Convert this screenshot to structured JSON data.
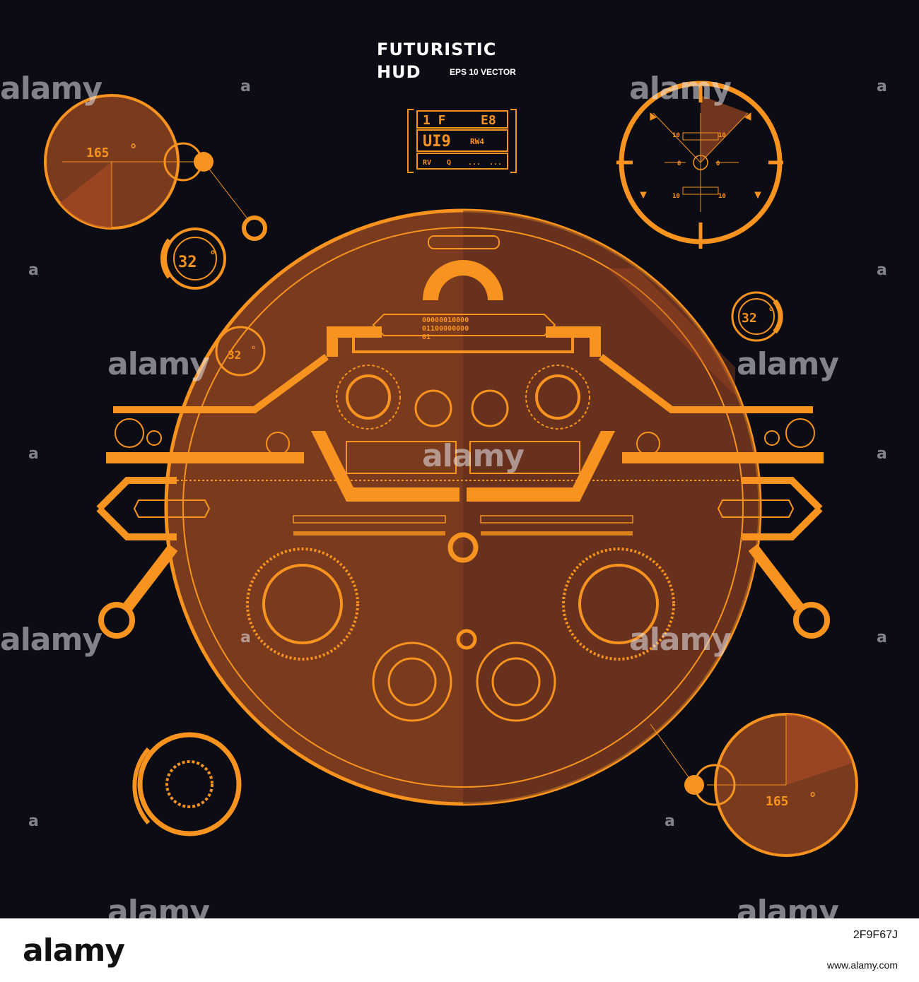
{
  "title": {
    "line1": "FUTURISTIC",
    "line2": "HUD",
    "subtitle": "EPS 10 VECTOR"
  },
  "colors": {
    "background": "#0b0c14",
    "accent": "#f7931e",
    "panel": "#7a3a1e"
  },
  "hud": {
    "angle_top_left": "165",
    "angle_bottom_right": "165",
    "degree_mark": "o",
    "small_gauge": "32",
    "data_box": {
      "row1_a": "1 F",
      "row1_b": "E8",
      "row2_a": "UI9",
      "row2_b": "RW4",
      "row3_a": "RV",
      "row3_b": "Q",
      "row3_c": "...",
      "row3_d": "..."
    },
    "binary": [
      "00000010000",
      "01100000000",
      "01"
    ],
    "scope_tick": "10",
    "scope_zero": "0"
  },
  "watermark": {
    "text": "alamy",
    "short": "a"
  },
  "footer": {
    "brand": "alamy",
    "image_id": "2F9F67J",
    "site": "www.alamy.com"
  }
}
